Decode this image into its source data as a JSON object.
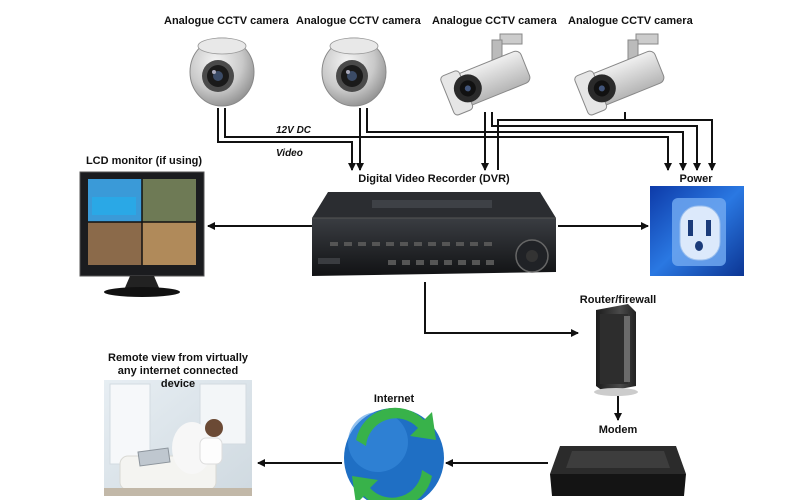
{
  "labels": {
    "camera_1": "Analogue CCTV camera",
    "camera_2": "Analogue CCTV camera",
    "camera_3": "Analogue CCTV camera",
    "camera_4": "Analogue CCTV camera",
    "power_label": "12V DC",
    "video_label": "Video",
    "dvr": "Digital Video Recorder (DVR)",
    "lcd_monitor": "LCD monitor (if using)",
    "power": "Power",
    "router": "Router/firewall",
    "remote_view": "Remote view from virtually any internet connected device",
    "internet": "Internet",
    "modem": "Modem"
  },
  "colors": {
    "line": "#111111",
    "outlet_blue": "#1e5fd0",
    "dvr_body": "#1d1f22",
    "globe_blue": "#1f6fc4",
    "globe_green": "#38b24a"
  },
  "icons": [
    "dome-camera-icon",
    "bullet-camera-icon",
    "dvr-icon",
    "monitor-icon",
    "power-outlet-icon",
    "router-icon",
    "modem-icon",
    "globe-icon",
    "remote-user-photo"
  ]
}
